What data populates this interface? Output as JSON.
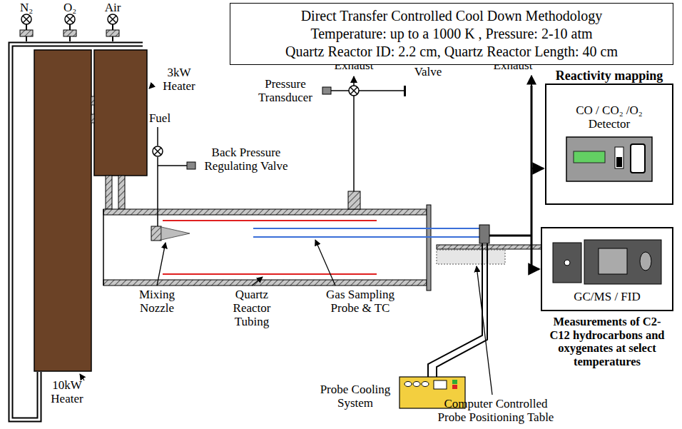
{
  "diagram": {
    "nodes": [
      {
        "text": [
          "Direct Transfer Controlled Cool Down Methodology",
          "Temperature: up to a 1000 K , Pressure: 2-10 atm",
          "Quartz Reactor ID: 2.2 cm, Quartz Reactor Length: 40 cm"
        ]
      },
      {
        "text": [
          "Reactivity mapping",
          "CO / CO₂ /O₂ Detector"
        ]
      },
      {
        "text": [
          "GC/MS / FID",
          "Measurements of C2-C12 hydrocarbons and oxygenates at select temperatures"
        ]
      }
    ],
    "labels": [
      "N₂",
      "O₂",
      "Air",
      "3kW Heater",
      "Fuel",
      "Back Pressure Regulating Valve",
      "Pressure Transducer",
      "Exhaust",
      "Pressure Regulating Valve",
      "Exhaust",
      "10kW Heater",
      "Mixing Nozzle",
      "Quartz Reactor Tubing",
      "Gas Sampling Probe & TC",
      "Probe Cooling System",
      "Computer Controlled Probe Positioning Table"
    ]
  }
}
